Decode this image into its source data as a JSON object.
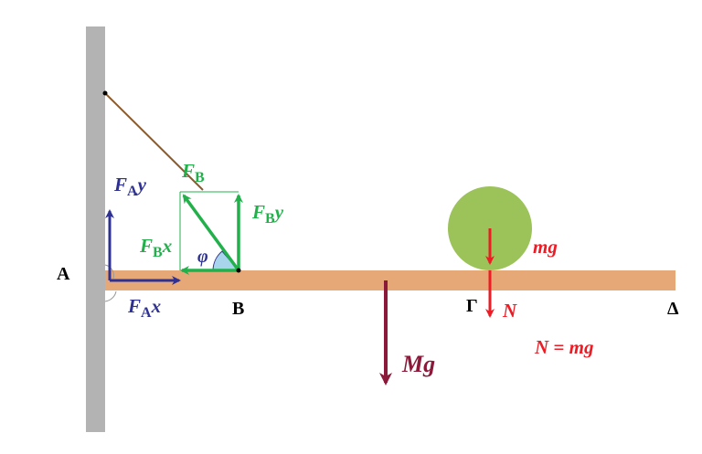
{
  "colors": {
    "wall": "#b3b3b3",
    "beam": "#e6a877",
    "rope": "#8b5a2b",
    "green": "#22b04b",
    "blue": "#2e3192",
    "red": "#ed1c24",
    "crimson": "#8b1a3a",
    "ball": "#9cc25a",
    "angle_fill": "#a8d4ec",
    "black": "#000000"
  },
  "labels": {
    "A": "A",
    "B": "B",
    "Gamma": "Γ",
    "Delta": "Δ",
    "FB_main": "F",
    "FB_sub": "B",
    "FBy_main": "F",
    "FBy_sub": "B",
    "FBy_tail": "y",
    "FBx_main": "F",
    "FBx_sub": "B",
    "FBx_tail": "x",
    "FAy_main": "F",
    "FAy_sub": "A",
    "FAy_tail": "y",
    "FAx_main": "F",
    "FAx_sub": "A",
    "FAx_tail": "x",
    "phi": "φ",
    "mg": "mg",
    "N": "N",
    "N_eq": "N = mg",
    "Mg": "Mg"
  }
}
